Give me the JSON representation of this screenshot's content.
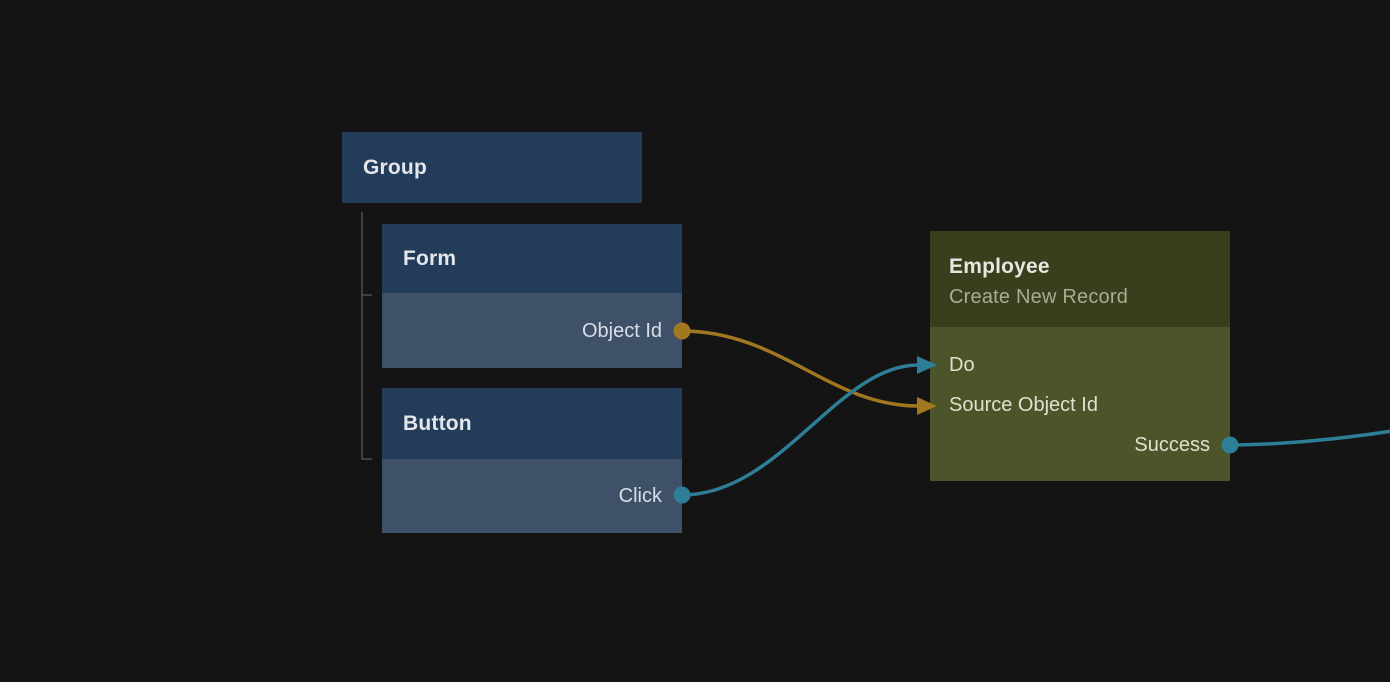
{
  "colors": {
    "background": "#141414",
    "node_blue_header": "#223c59",
    "node_blue_body": "#3e5169",
    "node_green_header": "#373f1d",
    "node_green_body": "#4c5429",
    "edge_orange": "#a1771f",
    "edge_teal": "#2e7e97",
    "tree_line": "#4f4f4f"
  },
  "nodes": {
    "group": {
      "title": "Group"
    },
    "form": {
      "title": "Form",
      "outputs": [
        {
          "label": "Object Id",
          "port_color": "#a1771f"
        }
      ]
    },
    "button": {
      "title": "Button",
      "outputs": [
        {
          "label": "Click",
          "port_color": "#2e7e97"
        }
      ]
    },
    "employee": {
      "title": "Employee",
      "subtitle": "Create New Record",
      "inputs": [
        {
          "label": "Do",
          "port_color": "#2e7e97"
        },
        {
          "label": "Source Object Id",
          "port_color": "#a1771f"
        }
      ],
      "outputs": [
        {
          "label": "Success",
          "port_color": "#2e7e97"
        }
      ]
    }
  },
  "edges": [
    {
      "from": "Form.Object Id",
      "to": "Employee.Source Object Id",
      "color": "#a1771f"
    },
    {
      "from": "Button.Click",
      "to": "Employee.Do",
      "color": "#2e7e97"
    },
    {
      "from": "Employee.Success",
      "to": "offscreen-right",
      "color": "#2e7e97"
    }
  ]
}
